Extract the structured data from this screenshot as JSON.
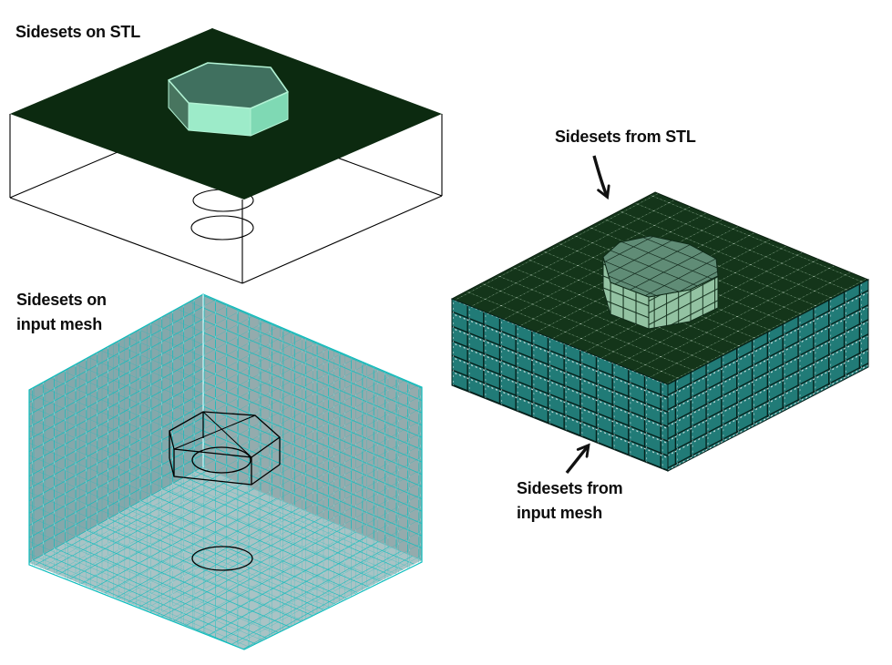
{
  "page": {
    "background_color": "#ffffff",
    "text_color": "#0d0d0d",
    "description": "Three isometric mesh views: STL geometry with sidesets, hex input mesh with sidesets, and resulting mesh with transferred sidesets"
  },
  "labels": {
    "stl": "Sidesets on STL",
    "input_mesh_line1": "Sidesets on",
    "input_mesh_line2": "input mesh",
    "from_stl": "Sidesets from STL",
    "from_input_line1": "Sidesets from",
    "from_input_line2": "input mesh"
  },
  "colors": {
    "stl_plane_green": "#0c2a10",
    "stl_boss_top": "#40705f",
    "stl_boss_front": "#9debc9",
    "stl_boss_right": "#7fd9b4",
    "stl_boss_left": "#48755f",
    "stl_boss_edge": "#b2f2d4",
    "wireframe_black": "#000000",
    "mesh_edge_cyan": "#0fbdbd",
    "mesh_face_left": "#84a8ab",
    "mesh_face_right": "#94abad",
    "mesh_floor": "#a9c3c5",
    "result_top_green": "#14351a",
    "result_side_teal": "#217b77",
    "result_boss_top": "#608c76",
    "result_boss_side": "#93c2a2",
    "annotation_arrow": "#111111"
  }
}
